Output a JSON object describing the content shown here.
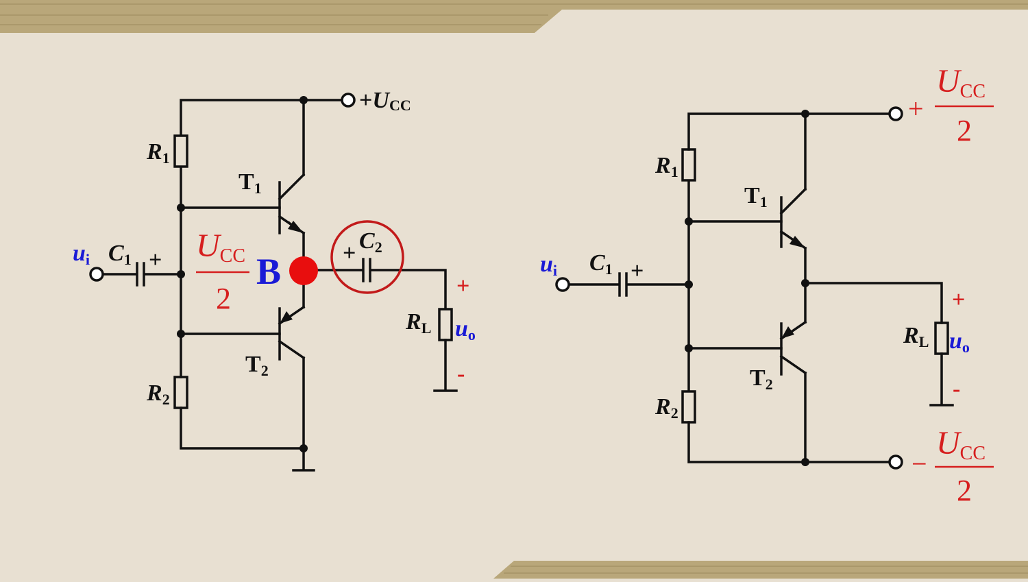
{
  "colors": {
    "background": "#e8e0d2",
    "wire": "#111111",
    "red": "#d61e1e",
    "blue": "#1a1ad6",
    "stripe": "#b9a77a"
  },
  "left": {
    "supply": {
      "sign": "+",
      "symbol": "U",
      "sub": "CC"
    },
    "R1": {
      "symbol": "R",
      "sub": "1"
    },
    "R2": {
      "symbol": "R",
      "sub": "2"
    },
    "T1": {
      "symbol": "T",
      "sub": "1"
    },
    "T2": {
      "symbol": "T",
      "sub": "2"
    },
    "C1": {
      "symbol": "C",
      "sub": "1",
      "plus": "+"
    },
    "C2": {
      "symbol": "C",
      "sub": "2",
      "plus": "+"
    },
    "ui": {
      "symbol": "u",
      "sub": "i"
    },
    "RL": {
      "symbol": "R",
      "sub": "L"
    },
    "uo": {
      "symbol": "u",
      "sub": "o"
    },
    "plus": "+",
    "minus": "-",
    "mid_fraction": {
      "num_symbol": "U",
      "num_sub": "CC",
      "den": "2"
    },
    "node_label": "B"
  },
  "right": {
    "supply_pos": {
      "sign": "+",
      "num_symbol": "U",
      "num_sub": "CC",
      "den": "2"
    },
    "supply_neg": {
      "sign": "−",
      "num_symbol": "U",
      "num_sub": "CC",
      "den": "2"
    },
    "R1": {
      "symbol": "R",
      "sub": "1"
    },
    "R2": {
      "symbol": "R",
      "sub": "2"
    },
    "T1": {
      "symbol": "T",
      "sub": "1"
    },
    "T2": {
      "symbol": "T",
      "sub": "2"
    },
    "C1": {
      "symbol": "C",
      "sub": "1",
      "plus": "+"
    },
    "ui": {
      "symbol": "u",
      "sub": "i"
    },
    "RL": {
      "symbol": "R",
      "sub": "L"
    },
    "uo": {
      "symbol": "u",
      "sub": "o"
    },
    "plus": "+",
    "minus": "-"
  }
}
